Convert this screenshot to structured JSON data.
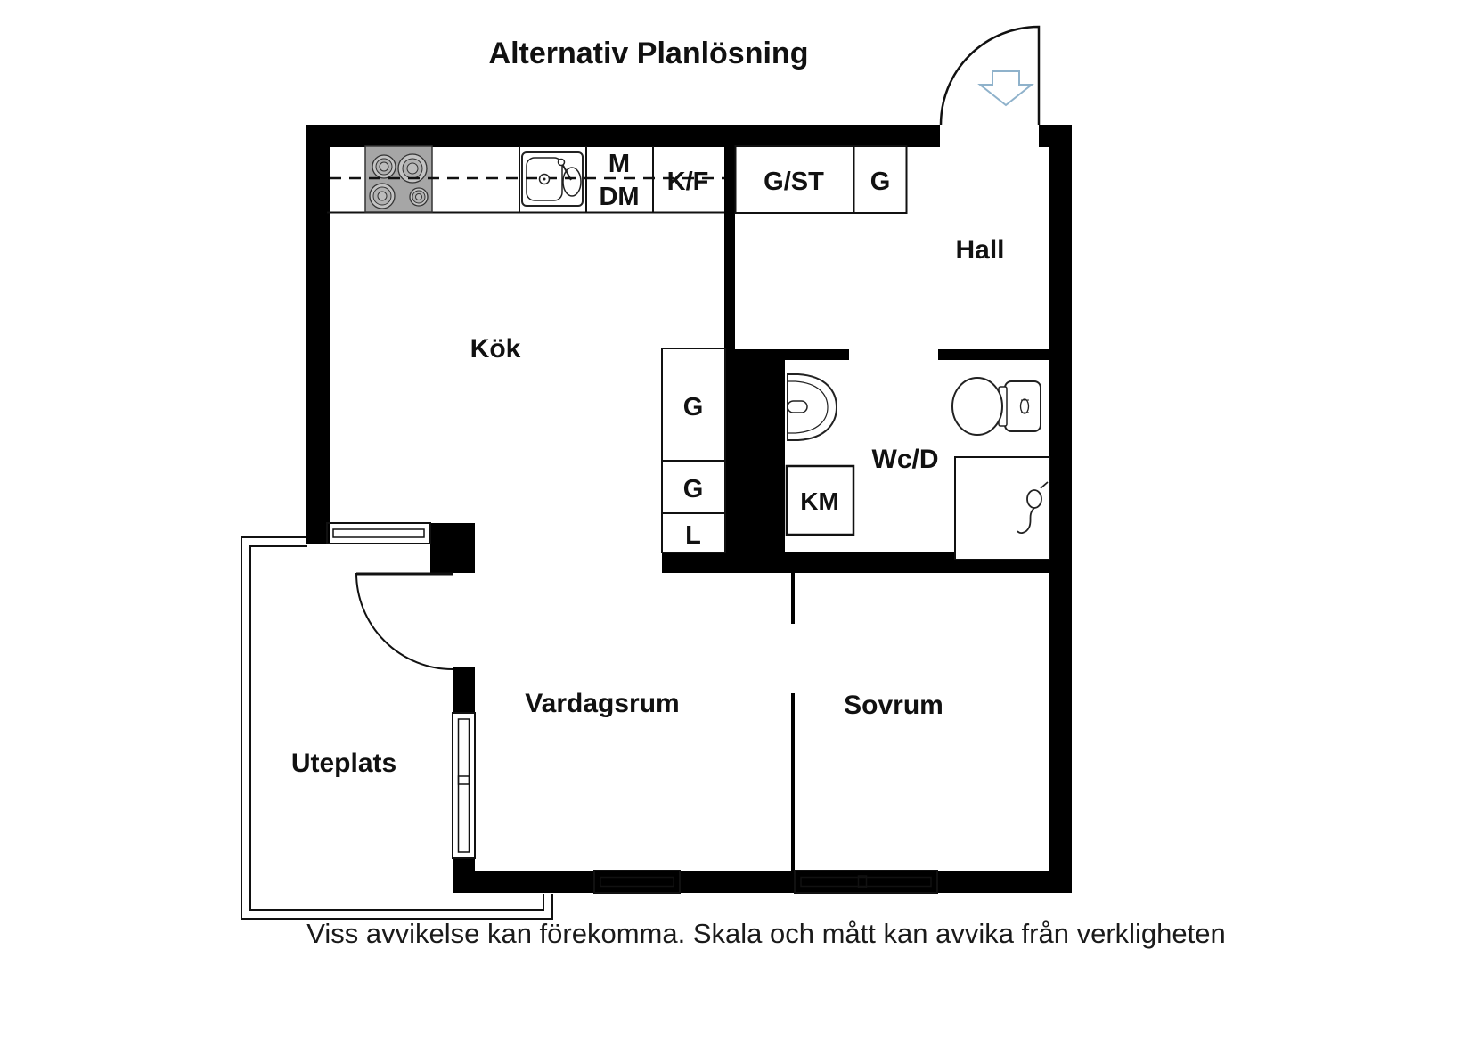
{
  "title": "Alternativ Planlösning",
  "caption": "Viss avvikelse kan förekomma. Skala och mått kan avvika från verkligheten",
  "rooms": {
    "kitchen": "Kök",
    "hall": "Hall",
    "bathroom": "Wc/D",
    "living_room": "Vardagsrum",
    "bedroom": "Sovrum",
    "patio": "Uteplats"
  },
  "kitchen_units": {
    "microwave": "M",
    "dishwasher": "DM",
    "fridge_freezer": "K/F"
  },
  "hall_units": {
    "wardrobe_cleaning": "G/ST",
    "wardrobe": "G"
  },
  "closet_column": {
    "wardrobe_top": "G",
    "wardrobe_mid": "G",
    "linen": "L"
  },
  "bathroom_units": {
    "washing_machine": "KM"
  },
  "icons": {
    "entry_arrow": "entry-direction-arrow",
    "stove": "stove-4-burners",
    "kitchen_sink": "double-basin-sink",
    "wash_basin": "wash-basin",
    "toilet": "toilet",
    "shower": "hand-shower"
  },
  "colors": {
    "wall": "#000000",
    "line": "#111111",
    "entry_arrow_outline": "#8fb2cb",
    "stove_fill": "#a6a6a6"
  }
}
